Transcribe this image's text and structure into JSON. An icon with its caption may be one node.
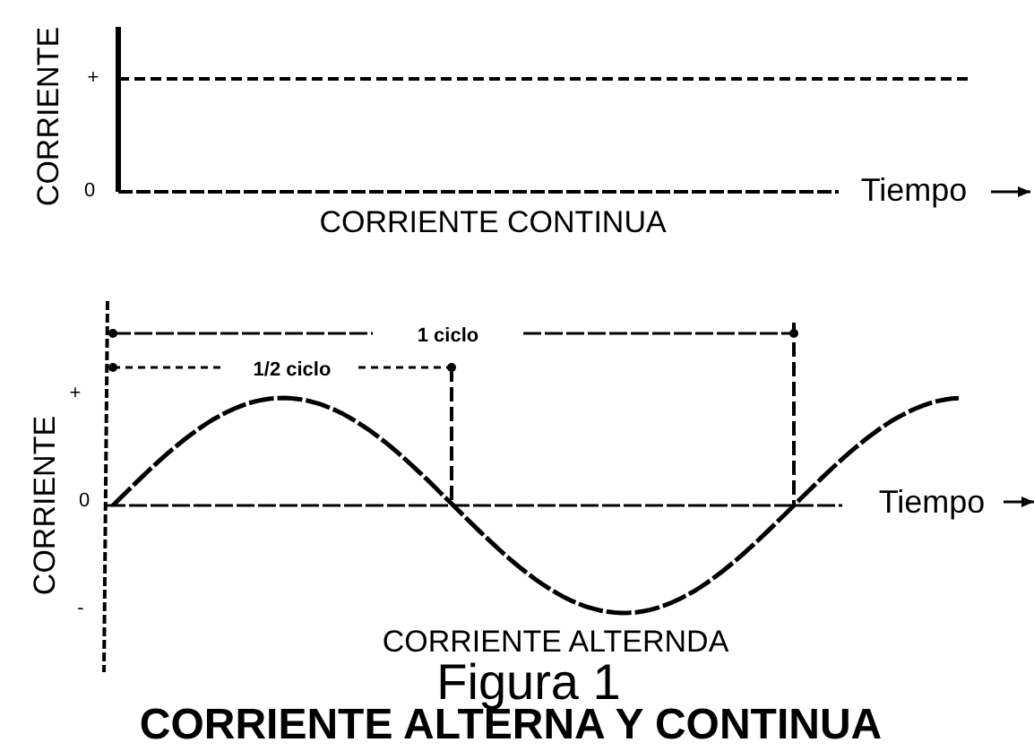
{
  "diagram": {
    "title": "Figura 1",
    "caption": "CORRIENTE ALTERNA Y CONTINUA",
    "labels": [
      "CORRIENTE",
      "+",
      "0",
      "Tiempo",
      "CORRIENTE CONTINUA",
      "1 ciclo",
      "1/2 ciclo",
      "CORRIENTE",
      "+",
      "0",
      "Tiempo",
      "-",
      "CORRIENTE ALTERNDA"
    ]
  }
}
